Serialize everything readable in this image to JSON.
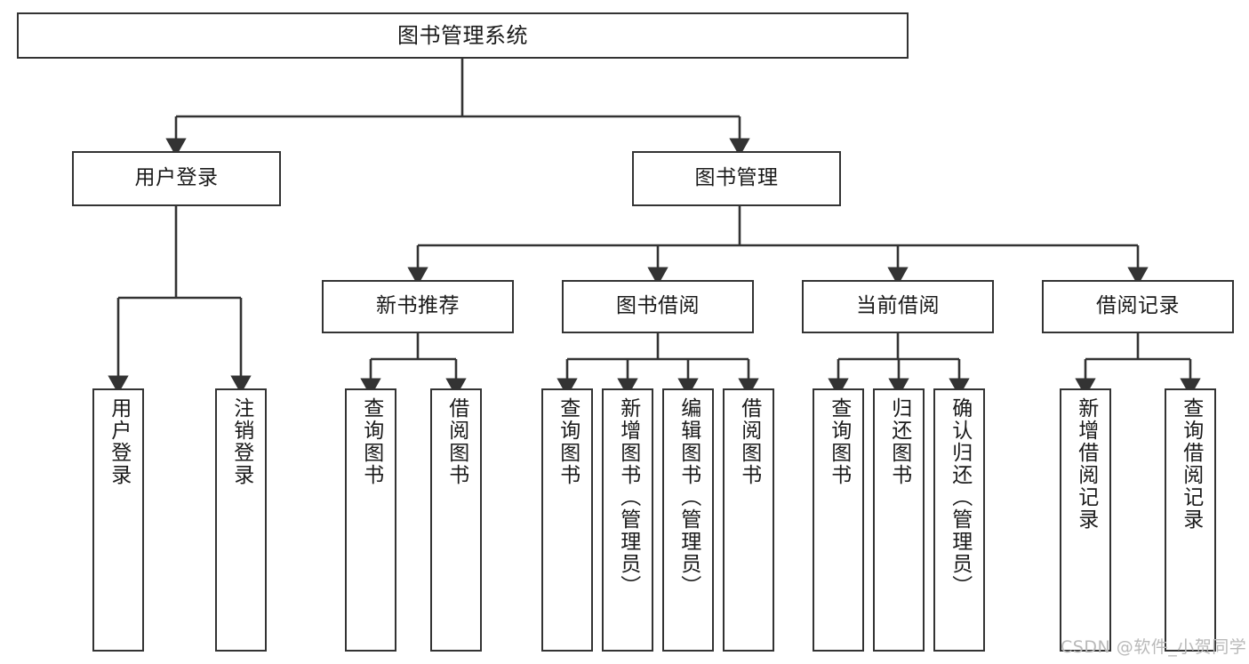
{
  "diagram": {
    "type": "tree-hierarchy",
    "title": "图书管理系统",
    "colors": {
      "box_border": "#333333",
      "box_fill": "#ffffff",
      "connector": "#333333",
      "background": "#ffffff",
      "watermark": "#b9b9b9"
    },
    "levels": {
      "level_1": [
        "图书管理系统"
      ],
      "level_2": [
        "用户登录",
        "图书管理"
      ],
      "level_3": [
        "新书推荐",
        "图书借阅",
        "当前借阅",
        "借阅记录"
      ],
      "level_4": [
        "用户登录",
        "注销登录",
        "查询图书",
        "借阅图书",
        "查询图书",
        "新增图书（管理员）",
        "编辑图书（管理员）",
        "借阅图书",
        "查询图书",
        "归还图书",
        "确认归还（管理员）",
        "新增借阅记录",
        "查询借阅记录"
      ]
    },
    "nodes": {
      "root": {
        "label": "图书管理系统"
      },
      "user_login": {
        "label": "用户登录"
      },
      "book_manage": {
        "label": "图书管理"
      },
      "new_book_rec": {
        "label": "新书推荐"
      },
      "book_borrow": {
        "label": "图书借阅"
      },
      "current_borrow": {
        "label": "当前借阅"
      },
      "borrow_record": {
        "label": "借阅记录"
      },
      "leaf_user_login": {
        "label": "用户登录"
      },
      "leaf_logout": {
        "label": "注销登录"
      },
      "leaf_query_book_a": {
        "label": "查询图书"
      },
      "leaf_borrow_book_a": {
        "label": "借阅图书"
      },
      "leaf_query_book_b": {
        "label": "查询图书"
      },
      "leaf_add_book_admin": {
        "label": "新增图书（管理员）"
      },
      "leaf_edit_book_admin": {
        "label": "编辑图书（管理员）"
      },
      "leaf_borrow_book_b": {
        "label": "借阅图书"
      },
      "leaf_query_book_c": {
        "label": "查询图书"
      },
      "leaf_return_book": {
        "label": "归还图书"
      },
      "leaf_confirm_return_admin": {
        "label": "确认归还（管理员）"
      },
      "leaf_add_record": {
        "label": "新增借阅记录"
      },
      "leaf_query_record": {
        "label": "查询借阅记录"
      }
    },
    "watermark": "CSDN @软件_小贺同学"
  }
}
